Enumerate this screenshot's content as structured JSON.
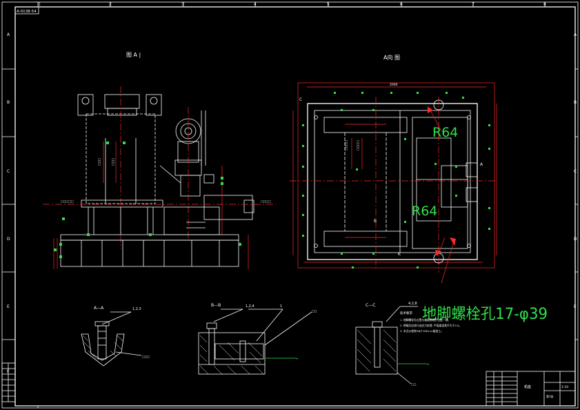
{
  "sheet": {
    "corner_tag": "A-0138-54",
    "col_labels": [
      "1",
      "2",
      "3",
      "4",
      "5",
      "6",
      "7",
      "8"
    ],
    "row_labels": [
      "A",
      "B",
      "C",
      "D",
      "E",
      "F"
    ]
  },
  "views": {
    "left_title": "图 A |",
    "right_title": "A向 图",
    "sec_a": "A—A",
    "sec_b": "B—B",
    "sec_c": "C—C",
    "callout_a": "1,2,3",
    "callout_b": "1,2,4",
    "callout_b2": "1",
    "callout_c": "4,2,8",
    "radius_top": "R64",
    "radius_mid": "R64",
    "bolt_hole_note": "地脚螺栓孔17-φ39"
  },
  "dims": {
    "overall_width": "2000",
    "letter_b": "B",
    "letter_k": "K",
    "letter_c": "C",
    "letter_a": "A"
  },
  "notes": {
    "heading": "技术要求",
    "lines": [
      "1. 地脚螺栓孔位置与基础预埋件位置一致。",
      "2. 焊接后应进行去应力处理, 平面度误差不大于0.5。",
      "3. 未注公差按GB/T1804-m级加工。"
    ]
  },
  "title_block": {
    "drawing_name": "机座",
    "scale": "1:10",
    "sheet": "第1张"
  }
}
